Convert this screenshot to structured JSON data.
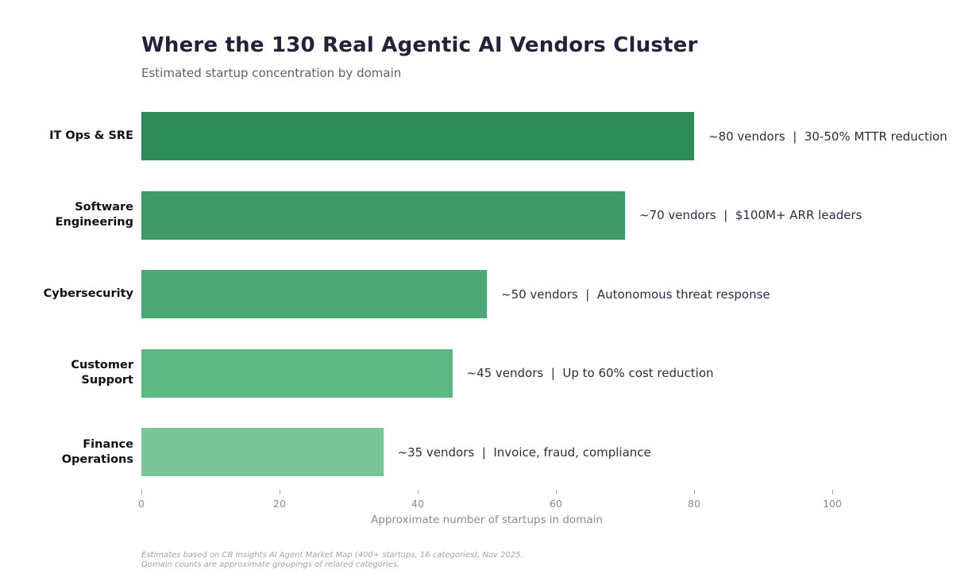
{
  "header": {
    "title": "Where the 130 Real Agentic AI Vendors Cluster",
    "subtitle": "Estimated startup concentration by domain"
  },
  "chart_data": {
    "type": "bar",
    "orientation": "horizontal",
    "title": "Where the 130 Real Agentic AI Vendors Cluster",
    "subtitle": "Estimated startup concentration by domain",
    "categories": [
      "IT Ops & SRE",
      "Software Engineering",
      "Cybersecurity",
      "Customer Support",
      "Finance Operations"
    ],
    "category_label_lines": [
      [
        "IT Ops & SRE"
      ],
      [
        "Software",
        "Engineering"
      ],
      [
        "Cybersecurity"
      ],
      [
        "Customer",
        "Support"
      ],
      [
        "Finance",
        "Operations"
      ]
    ],
    "values": [
      80,
      70,
      50,
      45,
      35
    ],
    "annotations": [
      "~80 vendors  |  30-50% MTTR reduction",
      "~70 vendors  |  $100M+ ARR leaders",
      "~50 vendors  |  Autonomous threat response",
      "~45 vendors  |  Up to 60% cost reduction",
      "~35 vendors  |  Invoice, fraud, compliance"
    ],
    "bar_colors": [
      "#2d8b58",
      "#3e9b68",
      "#4daa76",
      "#5bb883",
      "#7ac698"
    ],
    "xlabel": "Approximate number of startups in domain",
    "x_ticks": [
      0,
      20,
      40,
      60,
      80,
      100
    ],
    "xlim": [
      0,
      112
    ],
    "grid": false,
    "legend": "none",
    "background_color": "#ffffff",
    "tick_color": "#8c8c8c"
  },
  "footnote": {
    "line1": "Estimates based on CB Insights AI Agent Market Map (400+ startups, 16 categories), Nov 2025.",
    "line2": "Domain counts are approximate groupings of related categories."
  }
}
